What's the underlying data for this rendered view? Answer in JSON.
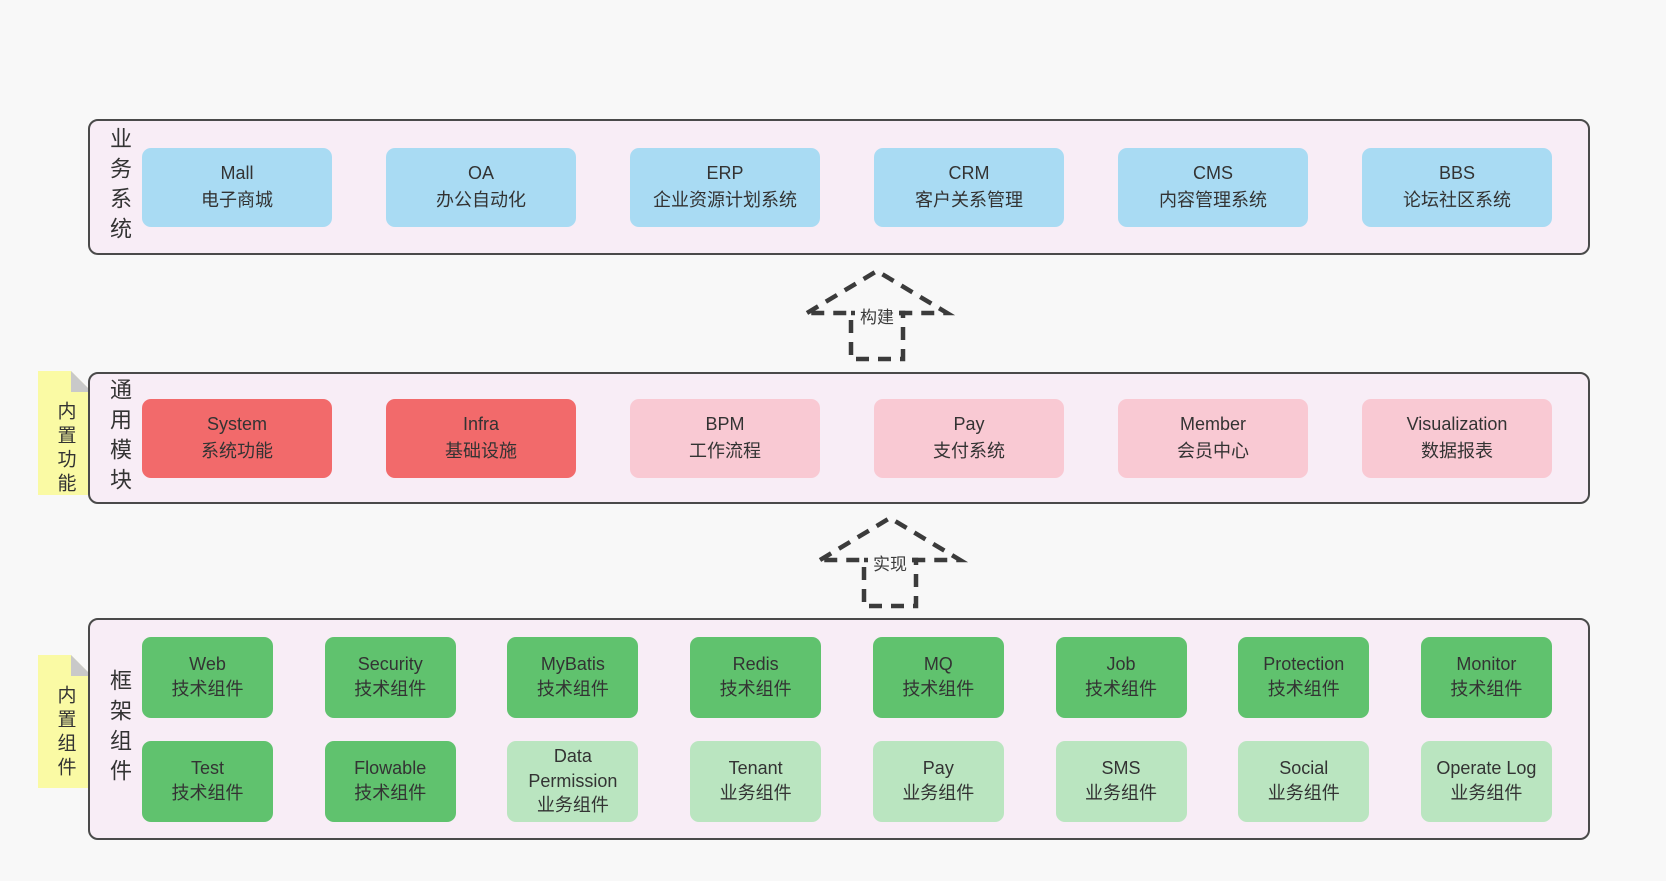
{
  "colors": {
    "page_bg": "#f8f8f8",
    "section_bg": "#f8edf6",
    "section_border": "#4a4a4a",
    "blue_box": "#a9dbf3",
    "red_box": "#f26a6b",
    "pink_box": "#f9c9d3",
    "green_box": "#60c26e",
    "light_green_box": "#bae5c0",
    "sticky_yellow": "#fafaa4",
    "sticky_fold_gray": "#c9c9c9",
    "text": "#333333",
    "arrow_dash": "#3b3b3b"
  },
  "arrows": [
    {
      "label": "构建"
    },
    {
      "label": "实现"
    }
  ],
  "sections": [
    {
      "label": "业务系统",
      "rows": [
        [
          {
            "en": "Mall",
            "zh": "电子商城",
            "type": "blue"
          },
          {
            "en": "OA",
            "zh": "办公自动化",
            "type": "blue"
          },
          {
            "en": "ERP",
            "zh": "企业资源计划系统",
            "type": "blue"
          },
          {
            "en": "CRM",
            "zh": "客户关系管理",
            "type": "blue"
          },
          {
            "en": "CMS",
            "zh": "内容管理系统",
            "type": "blue"
          },
          {
            "en": "BBS",
            "zh": "论坛社区系统",
            "type": "blue"
          }
        ]
      ]
    },
    {
      "label": "通用模块",
      "sticky": "内置功能",
      "rows": [
        [
          {
            "en": "System",
            "zh": "系统功能",
            "type": "red"
          },
          {
            "en": "Infra",
            "zh": "基础设施",
            "type": "red"
          },
          {
            "en": "BPM",
            "zh": "工作流程",
            "type": "pink"
          },
          {
            "en": "Pay",
            "zh": "支付系统",
            "type": "pink"
          },
          {
            "en": "Member",
            "zh": "会员中心",
            "type": "pink"
          },
          {
            "en": "Visualization",
            "zh": "数据报表",
            "type": "pink"
          }
        ]
      ]
    },
    {
      "label": "框架组件",
      "sticky": "内置组件",
      "rows": [
        [
          {
            "en": "Web",
            "zh": "技术组件",
            "type": "green"
          },
          {
            "en": "Security",
            "zh": "技术组件",
            "type": "green"
          },
          {
            "en": "MyBatis",
            "zh": "技术组件",
            "type": "green"
          },
          {
            "en": "Redis",
            "zh": "技术组件",
            "type": "green"
          },
          {
            "en": "MQ",
            "zh": "技术组件",
            "type": "green"
          },
          {
            "en": "Job",
            "zh": "技术组件",
            "type": "green"
          },
          {
            "en": "Protection",
            "zh": "技术组件",
            "type": "green"
          },
          {
            "en": "Monitor",
            "zh": "技术组件",
            "type": "green"
          }
        ],
        [
          {
            "en": "Test",
            "zh": "技术组件",
            "type": "green"
          },
          {
            "en": "Flowable",
            "zh": "技术组件",
            "type": "green"
          },
          {
            "en": "Data Permission",
            "zh": "业务组件",
            "type": "lgreen"
          },
          {
            "en": "Tenant",
            "zh": "业务组件",
            "type": "lgreen"
          },
          {
            "en": "Pay",
            "zh": "业务组件",
            "type": "lgreen"
          },
          {
            "en": "SMS",
            "zh": "业务组件",
            "type": "lgreen"
          },
          {
            "en": "Social",
            "zh": "业务组件",
            "type": "lgreen"
          },
          {
            "en": "Operate Log",
            "zh": "业务组件",
            "type": "lgreen"
          }
        ]
      ]
    }
  ]
}
